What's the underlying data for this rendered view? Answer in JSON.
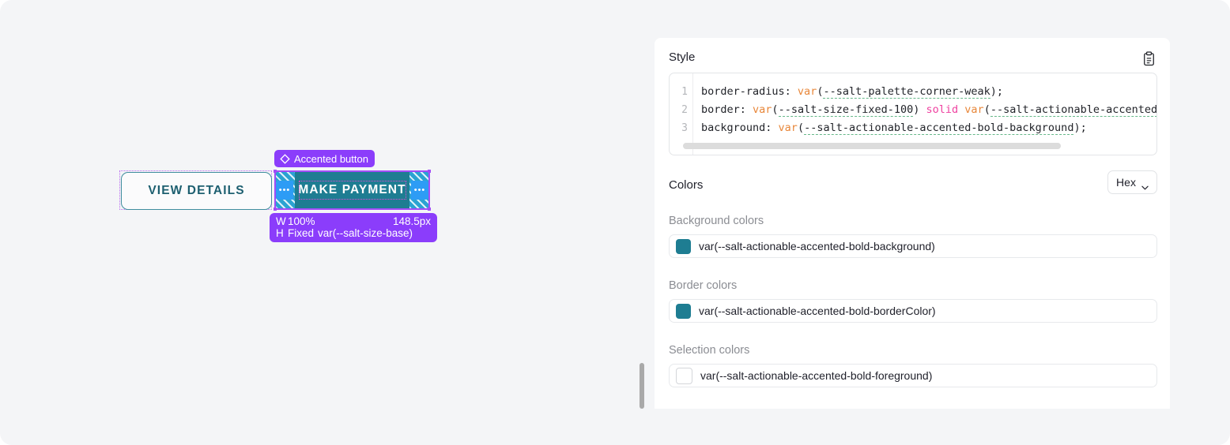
{
  "canvas": {
    "view_details_button": {
      "label": "VIEW DETAILS"
    },
    "selected_component": {
      "badge_label": "Accented button",
      "badge_icon": "diamond-icon",
      "button_label": "MAKE PAYMENT",
      "left_handle_label": "•••",
      "right_handle_label": "•••"
    },
    "size_tooltip": {
      "width_key": "W",
      "width_value": "100%",
      "width_computed": "148.5px",
      "height_key": "H",
      "height_mode": "Fixed",
      "height_value": "var(--salt-size-base)"
    }
  },
  "panel": {
    "style": {
      "title": "Style",
      "copy_icon": "clipboard-icon",
      "line_numbers": [
        "1",
        "2",
        "3"
      ],
      "lines": [
        {
          "number": "1",
          "property": "border-radius: ",
          "fn": "var",
          "open": "(",
          "token": "--salt-palette-corner-weak",
          "close": ");"
        },
        {
          "number": "2",
          "property": "border: ",
          "fn": "var",
          "open": "(",
          "token": "--salt-size-fixed-100",
          "close": ")",
          "keyword": " solid ",
          "fn2": "var",
          "open2": "(",
          "token2": "--salt-actionable-accented"
        },
        {
          "number": "3",
          "property": "background: ",
          "fn": "var",
          "open": "(",
          "token": "--salt-actionable-accented-bold-background",
          "close": ");"
        }
      ]
    },
    "colors": {
      "title": "Colors",
      "format_select": {
        "value": "Hex",
        "icon": "chevron-down-icon"
      },
      "groups": [
        {
          "label": "Background colors",
          "rows": [
            {
              "swatch": "#1e7d92",
              "name": "var(--salt-actionable-accented-bold-background)"
            }
          ]
        },
        {
          "label": "Border colors",
          "rows": [
            {
              "swatch": "#1e7d92",
              "name": "var(--salt-actionable-accented-bold-borderColor)"
            }
          ]
        },
        {
          "label": "Selection colors",
          "rows": [
            {
              "swatch": "#ffffff",
              "name": "var(--salt-actionable-accented-bold-foreground)"
            }
          ]
        }
      ]
    }
  },
  "theme": {
    "accent_teal": "#1e7d92",
    "selection_purple": "#a14cf7",
    "badge_purple": "#8b3dfb",
    "handle_blue": "#2d9cf5",
    "page_bg": "#f4f5f7"
  }
}
